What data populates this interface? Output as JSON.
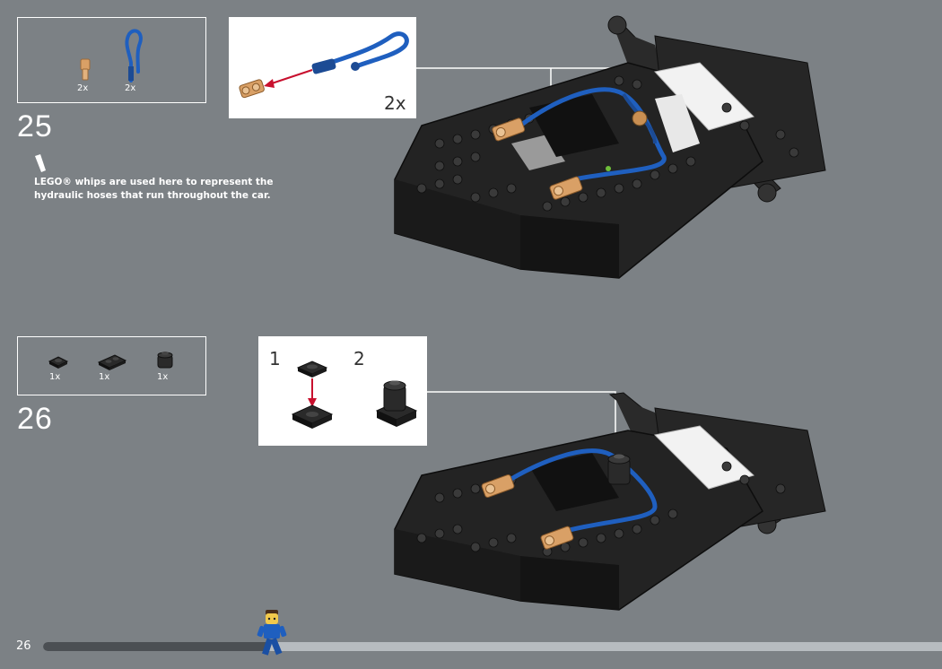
{
  "page_number": "26",
  "progress_fraction": 0.25,
  "steps": [
    {
      "number": "25",
      "parts": [
        {
          "name": "connector-peg",
          "qty": "2x"
        },
        {
          "name": "blue-whip-hose",
          "qty": "2x"
        }
      ],
      "callout_qty": "2x",
      "note": "LEGO® whips are used here to represent the hydraulic hoses that run throughout the car."
    },
    {
      "number": "26",
      "parts": [
        {
          "name": "black-round-plate",
          "qty": "1x"
        },
        {
          "name": "black-plate-1x2",
          "qty": "1x"
        },
        {
          "name": "black-round-brick",
          "qty": "1x"
        }
      ],
      "sub_steps": [
        "1",
        "2"
      ]
    }
  ],
  "colors": {
    "background": "#7c8185",
    "hose_blue": "#1f5fbf",
    "connector_tan": "#d9a066",
    "arrow_red": "#c8102e",
    "brick_black": "#1e1e1e",
    "progress_dark": "#4b4f53",
    "progress_light": "#b7bcc0"
  },
  "icons": [
    "note-pointer-icon",
    "minifigure-icon"
  ]
}
